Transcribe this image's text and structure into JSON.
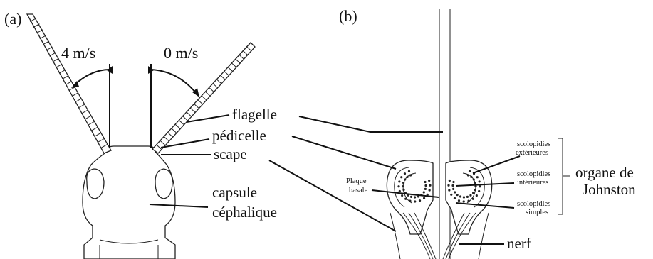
{
  "panels": {
    "a": {
      "label": "(a)"
    },
    "b": {
      "label": "(b)"
    }
  },
  "panel_a": {
    "speed_left": "4 m/s",
    "speed_right": "0 m/s",
    "flagelle": "flagelle",
    "pedicelle": "pédicelle",
    "scape": "scape",
    "capsule_line1": "capsule",
    "capsule_line2": "céphalique"
  },
  "panel_b": {
    "plaque_line1": "Plaque",
    "plaque_line2": "basale",
    "scolo_ext_line1": "scolopidies",
    "scolo_ext_line2": "extérieures",
    "scolo_int_line1": "scolopidies",
    "scolo_int_line2": "intérieures",
    "scolo_simple_line1": "scolopidies",
    "scolo_simple_line2": "simples",
    "organe_line1": "organe de",
    "organe_line2": "Johnston",
    "nerf": "nerf"
  }
}
